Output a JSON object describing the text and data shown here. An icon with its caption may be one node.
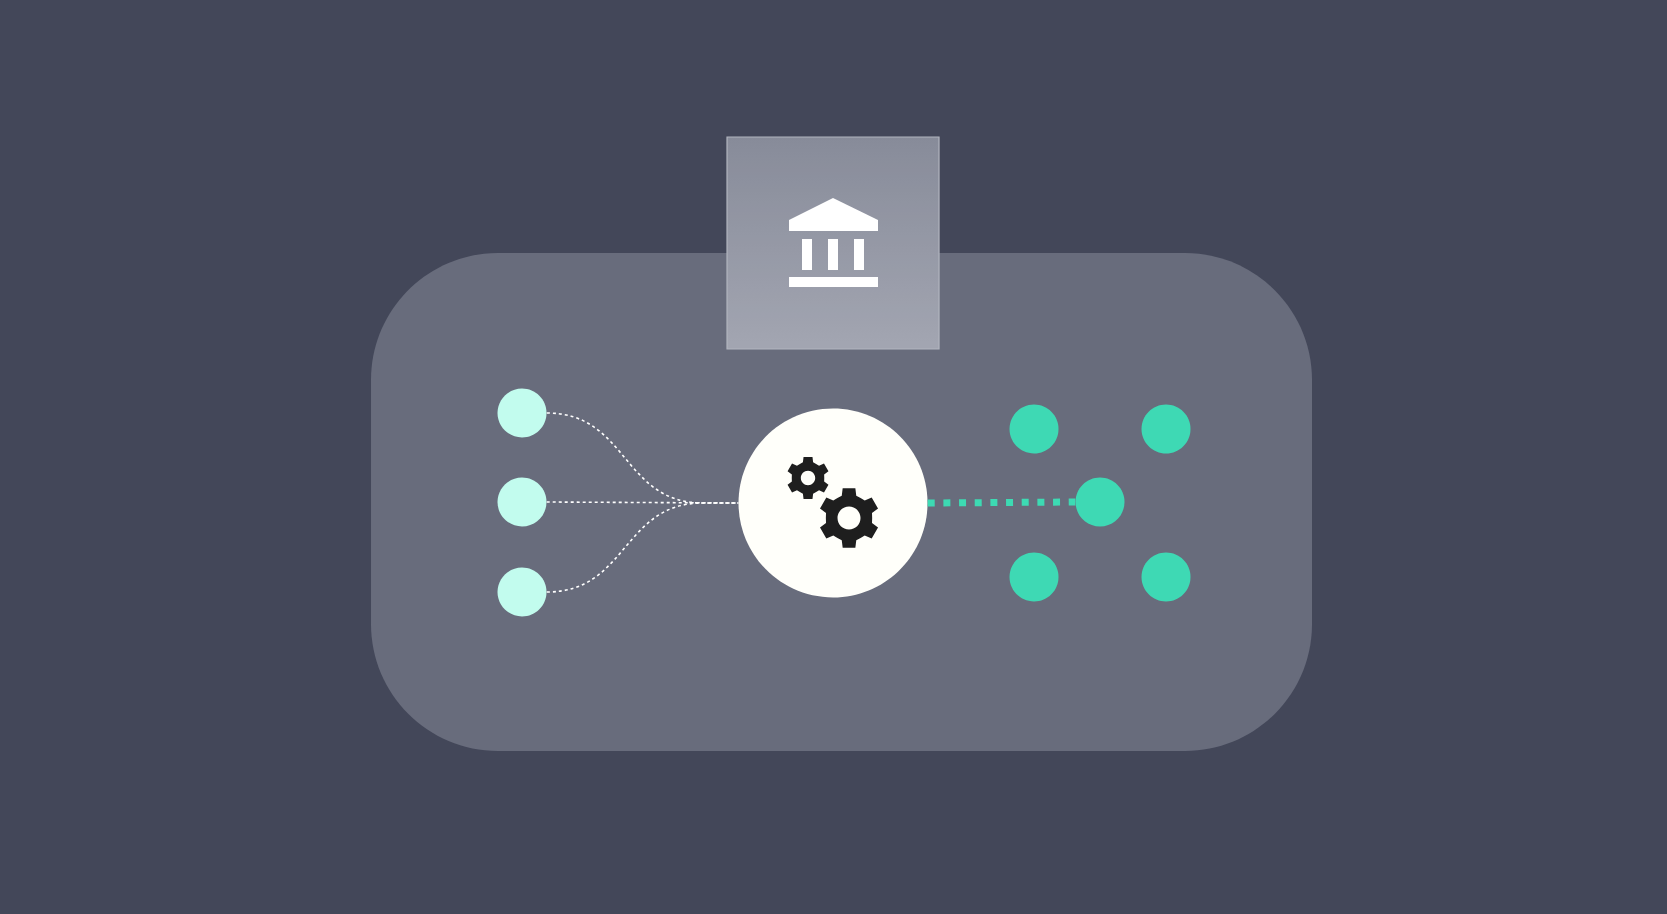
{
  "diagram": {
    "nodes": [
      {
        "text": [],
        "shape": "box"
      },
      {
        "text": [],
        "shape": "box"
      },
      {
        "text": [],
        "shape": "circle",
        "in": 0
      },
      {
        "text": [],
        "shape": "circle",
        "in": 0
      },
      {
        "text": [],
        "shape": "circle",
        "in": 0
      },
      {
        "text": [],
        "shape": "circle",
        "in": 0
      },
      {
        "text": [],
        "shape": "circle",
        "in": 0
      },
      {
        "text": [],
        "shape": "circle",
        "in": 0
      },
      {
        "text": [],
        "shape": "circle",
        "in": 0
      },
      {
        "text": [],
        "shape": "circle",
        "in": 0
      },
      {
        "text": [],
        "shape": "circle",
        "in": 0
      }
    ],
    "edges": [
      {
        "from": 2,
        "to": 5,
        "arrow": "none",
        "style": "dashed"
      },
      {
        "from": 3,
        "to": 5,
        "arrow": "none",
        "style": "dashed"
      },
      {
        "from": 4,
        "to": 5,
        "arrow": "none",
        "style": "dashed"
      },
      {
        "from": 5,
        "to": 8,
        "arrow": "none",
        "style": "dashed",
        "color": "#3ddab3"
      }
    ]
  }
}
